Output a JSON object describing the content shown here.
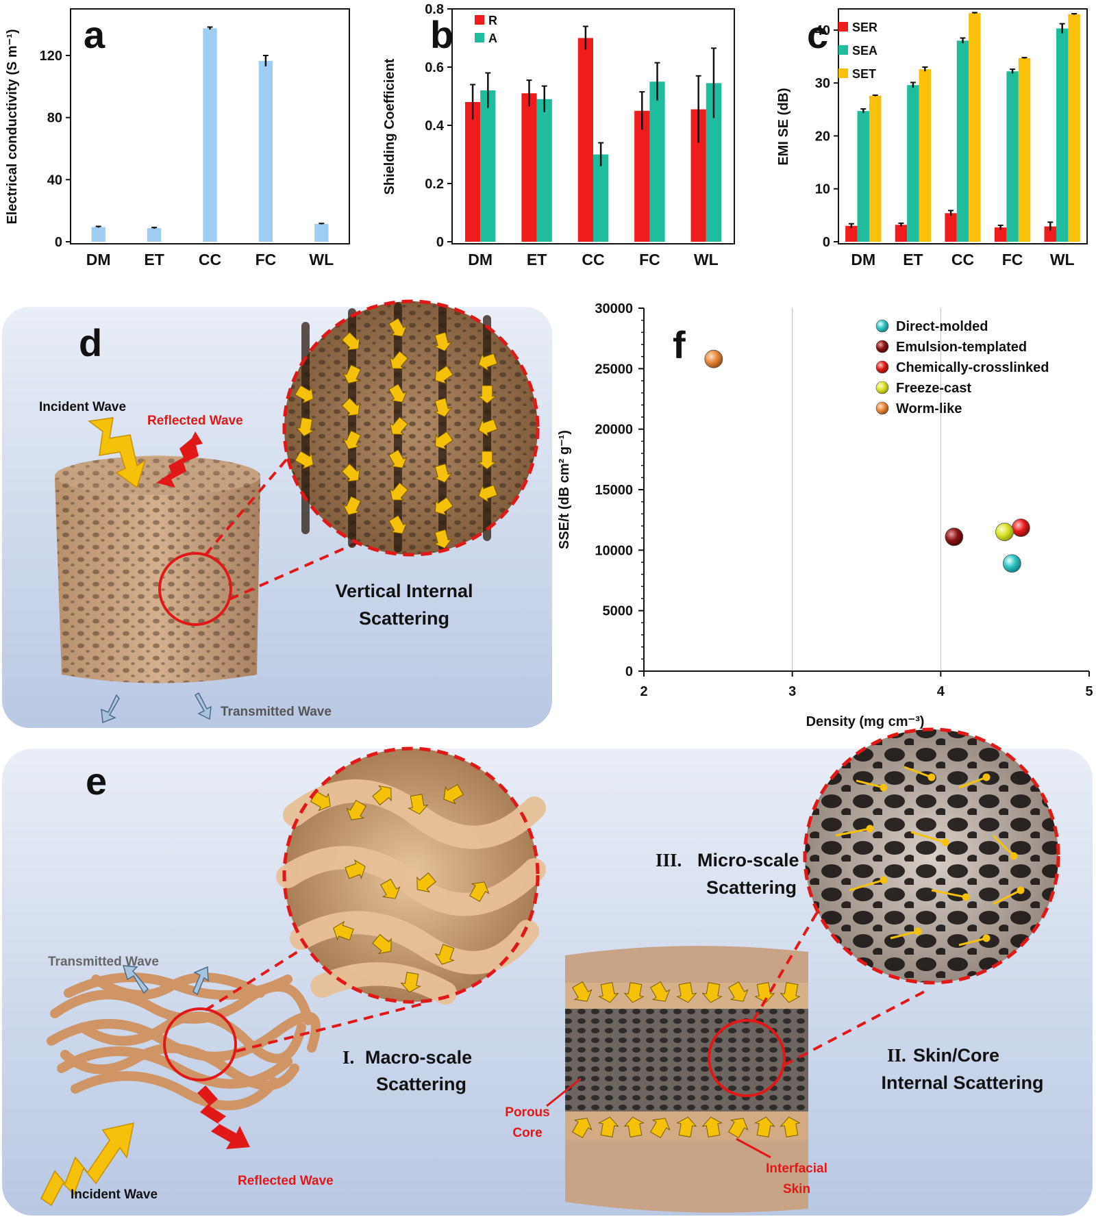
{
  "chart_data": [
    {
      "panel": "a",
      "type": "bar",
      "categories": [
        "DM",
        "ET",
        "CC",
        "FC",
        "WL"
      ],
      "values": [
        9.5,
        8.8,
        137.5,
        116.5,
        11.5
      ],
      "errors": [
        0.4,
        0.4,
        0.8,
        3.5,
        0.3
      ],
      "ylabel": "Electrical conductivity (S m⁻¹)",
      "ylim": [
        0,
        150
      ],
      "yticks": [
        "0",
        "40",
        "80",
        "120"
      ],
      "color": "#9fcdf2"
    },
    {
      "panel": "b",
      "type": "bar",
      "categories": [
        "DM",
        "ET",
        "CC",
        "FC",
        "WL"
      ],
      "series": [
        {
          "name": "R",
          "values": [
            0.48,
            0.51,
            0.7,
            0.45,
            0.455
          ],
          "errors": [
            0.06,
            0.045,
            0.04,
            0.065,
            0.115
          ],
          "color": "#ee1c1c"
        },
        {
          "name": "A",
          "values": [
            0.52,
            0.49,
            0.3,
            0.55,
            0.545
          ],
          "errors": [
            0.06,
            0.045,
            0.04,
            0.065,
            0.12
          ],
          "color": "#1fbc9d"
        }
      ],
      "ylabel": "Shielding Coefficient",
      "ylim": [
        0,
        0.8
      ],
      "yticks": [
        "0",
        "0.2",
        "0.4",
        "0.6",
        "0.8"
      ],
      "legend": "top-left"
    },
    {
      "panel": "c",
      "type": "bar",
      "categories": [
        "DM",
        "ET",
        "CC",
        "FC",
        "WL"
      ],
      "series": [
        {
          "name": "SER",
          "values": [
            3.0,
            3.2,
            5.4,
            2.7,
            2.9
          ],
          "errors": [
            0.4,
            0.3,
            0.5,
            0.4,
            0.8
          ],
          "color": "#ee1c1c"
        },
        {
          "name": "SEA",
          "values": [
            24.7,
            29.6,
            38.0,
            32.2,
            40.3
          ],
          "errors": [
            0.4,
            0.5,
            0.5,
            0.4,
            0.9
          ],
          "color": "#1fbc9d"
        },
        {
          "name": "SET",
          "values": [
            27.6,
            32.6,
            43.2,
            34.7,
            43.0
          ],
          "errors": [
            0.1,
            0.4,
            0.1,
            0.1,
            0.1
          ],
          "color": "#fbc10a"
        }
      ],
      "ylabel": "EMI SE (dB)",
      "ylim": [
        0,
        44
      ],
      "yticks": [
        "0",
        "10",
        "20",
        "30",
        "40"
      ],
      "legend": "top-left"
    },
    {
      "panel": "f",
      "type": "scatter",
      "xlabel": "Density (mg cm⁻³)",
      "ylabel": "SSE/t (dB cm² g⁻¹)",
      "xlim": [
        2,
        5
      ],
      "ylim": [
        0,
        30000
      ],
      "xticks": [
        "2",
        "3",
        "4",
        "5"
      ],
      "yticks": [
        "0",
        "5000",
        "10000",
        "15000",
        "20000",
        "25000",
        "30000"
      ],
      "grid": "vertical",
      "legend": "top-right",
      "series": [
        {
          "name": "Direct-molded",
          "x": 4.48,
          "y": 8900,
          "color": "#2fc3c3"
        },
        {
          "name": "Emulsion-templated",
          "x": 4.09,
          "y": 11100,
          "color": "#8c1414"
        },
        {
          "name": "Chemically-crosslinked",
          "x": 4.54,
          "y": 11850,
          "color": "#e51c1c"
        },
        {
          "name": "Freeze-cast",
          "x": 4.43,
          "y": 11500,
          "color": "#dbe22a"
        },
        {
          "name": "Worm-like",
          "x": 2.47,
          "y": 25800,
          "color": "#e8883a"
        }
      ]
    }
  ],
  "panel_letters": {
    "a": "a",
    "b": "b",
    "c": "c",
    "d": "d",
    "e": "e",
    "f": "f"
  },
  "panel_d": {
    "incident": "Incident Wave",
    "reflected": "Reflected Wave",
    "transmitted": "Transmitted Wave",
    "scatter_line1": "Vertical Internal",
    "scatter_line2": "Scattering"
  },
  "panel_e": {
    "transmitted": "Transmitted Wave",
    "incident": "Incident Wave",
    "reflected": "Reflected Wave",
    "macro_roman": "I.",
    "macro_line1": "Macro-scale",
    "macro_line2": "Scattering",
    "micro_roman": "III.",
    "micro_line1": "Micro-scale",
    "micro_line2": "Scattering",
    "skin_roman": "II.",
    "skin_line1": "Skin/Core",
    "skin_line2": "Internal Scattering",
    "porous_line1": "Porous",
    "porous_line2": "Core",
    "skin_label_line1": "Interfacial",
    "skin_label_line2": "Skin"
  },
  "colors": {
    "panel_bg_top": "#e7edf7",
    "panel_bg_bottom": "#bccbe4",
    "foam": "#c9a27f",
    "worm": "#d9a06e",
    "arrow": "#f6c10a",
    "red": "#e01818"
  }
}
